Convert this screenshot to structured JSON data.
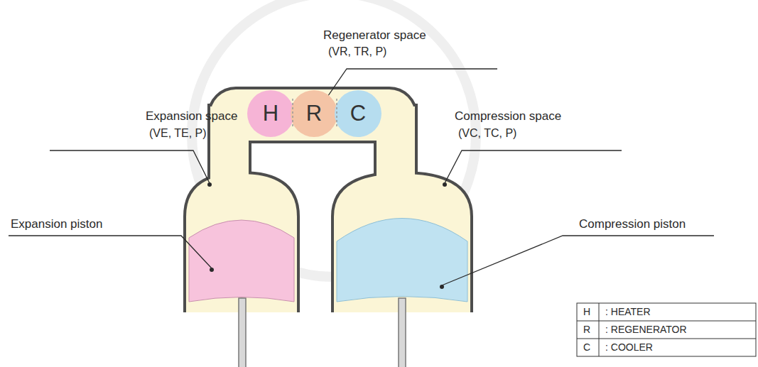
{
  "diagram": {
    "nodes": [
      {
        "text": [
          "H"
        ]
      },
      {
        "text": [
          "R"
        ]
      },
      {
        "text": [
          "C"
        ]
      }
    ],
    "labels": [
      "Regenerator space",
      "(VR, TR, P)",
      "Expansion space",
      "(VE, TE, P)",
      "Compression space",
      "(VC, TC, P)",
      "Expansion piston",
      "Compression piston",
      "H",
      ": HEATER",
      "R",
      ": REGENERATOR",
      "C",
      ": COOLER"
    ]
  }
}
